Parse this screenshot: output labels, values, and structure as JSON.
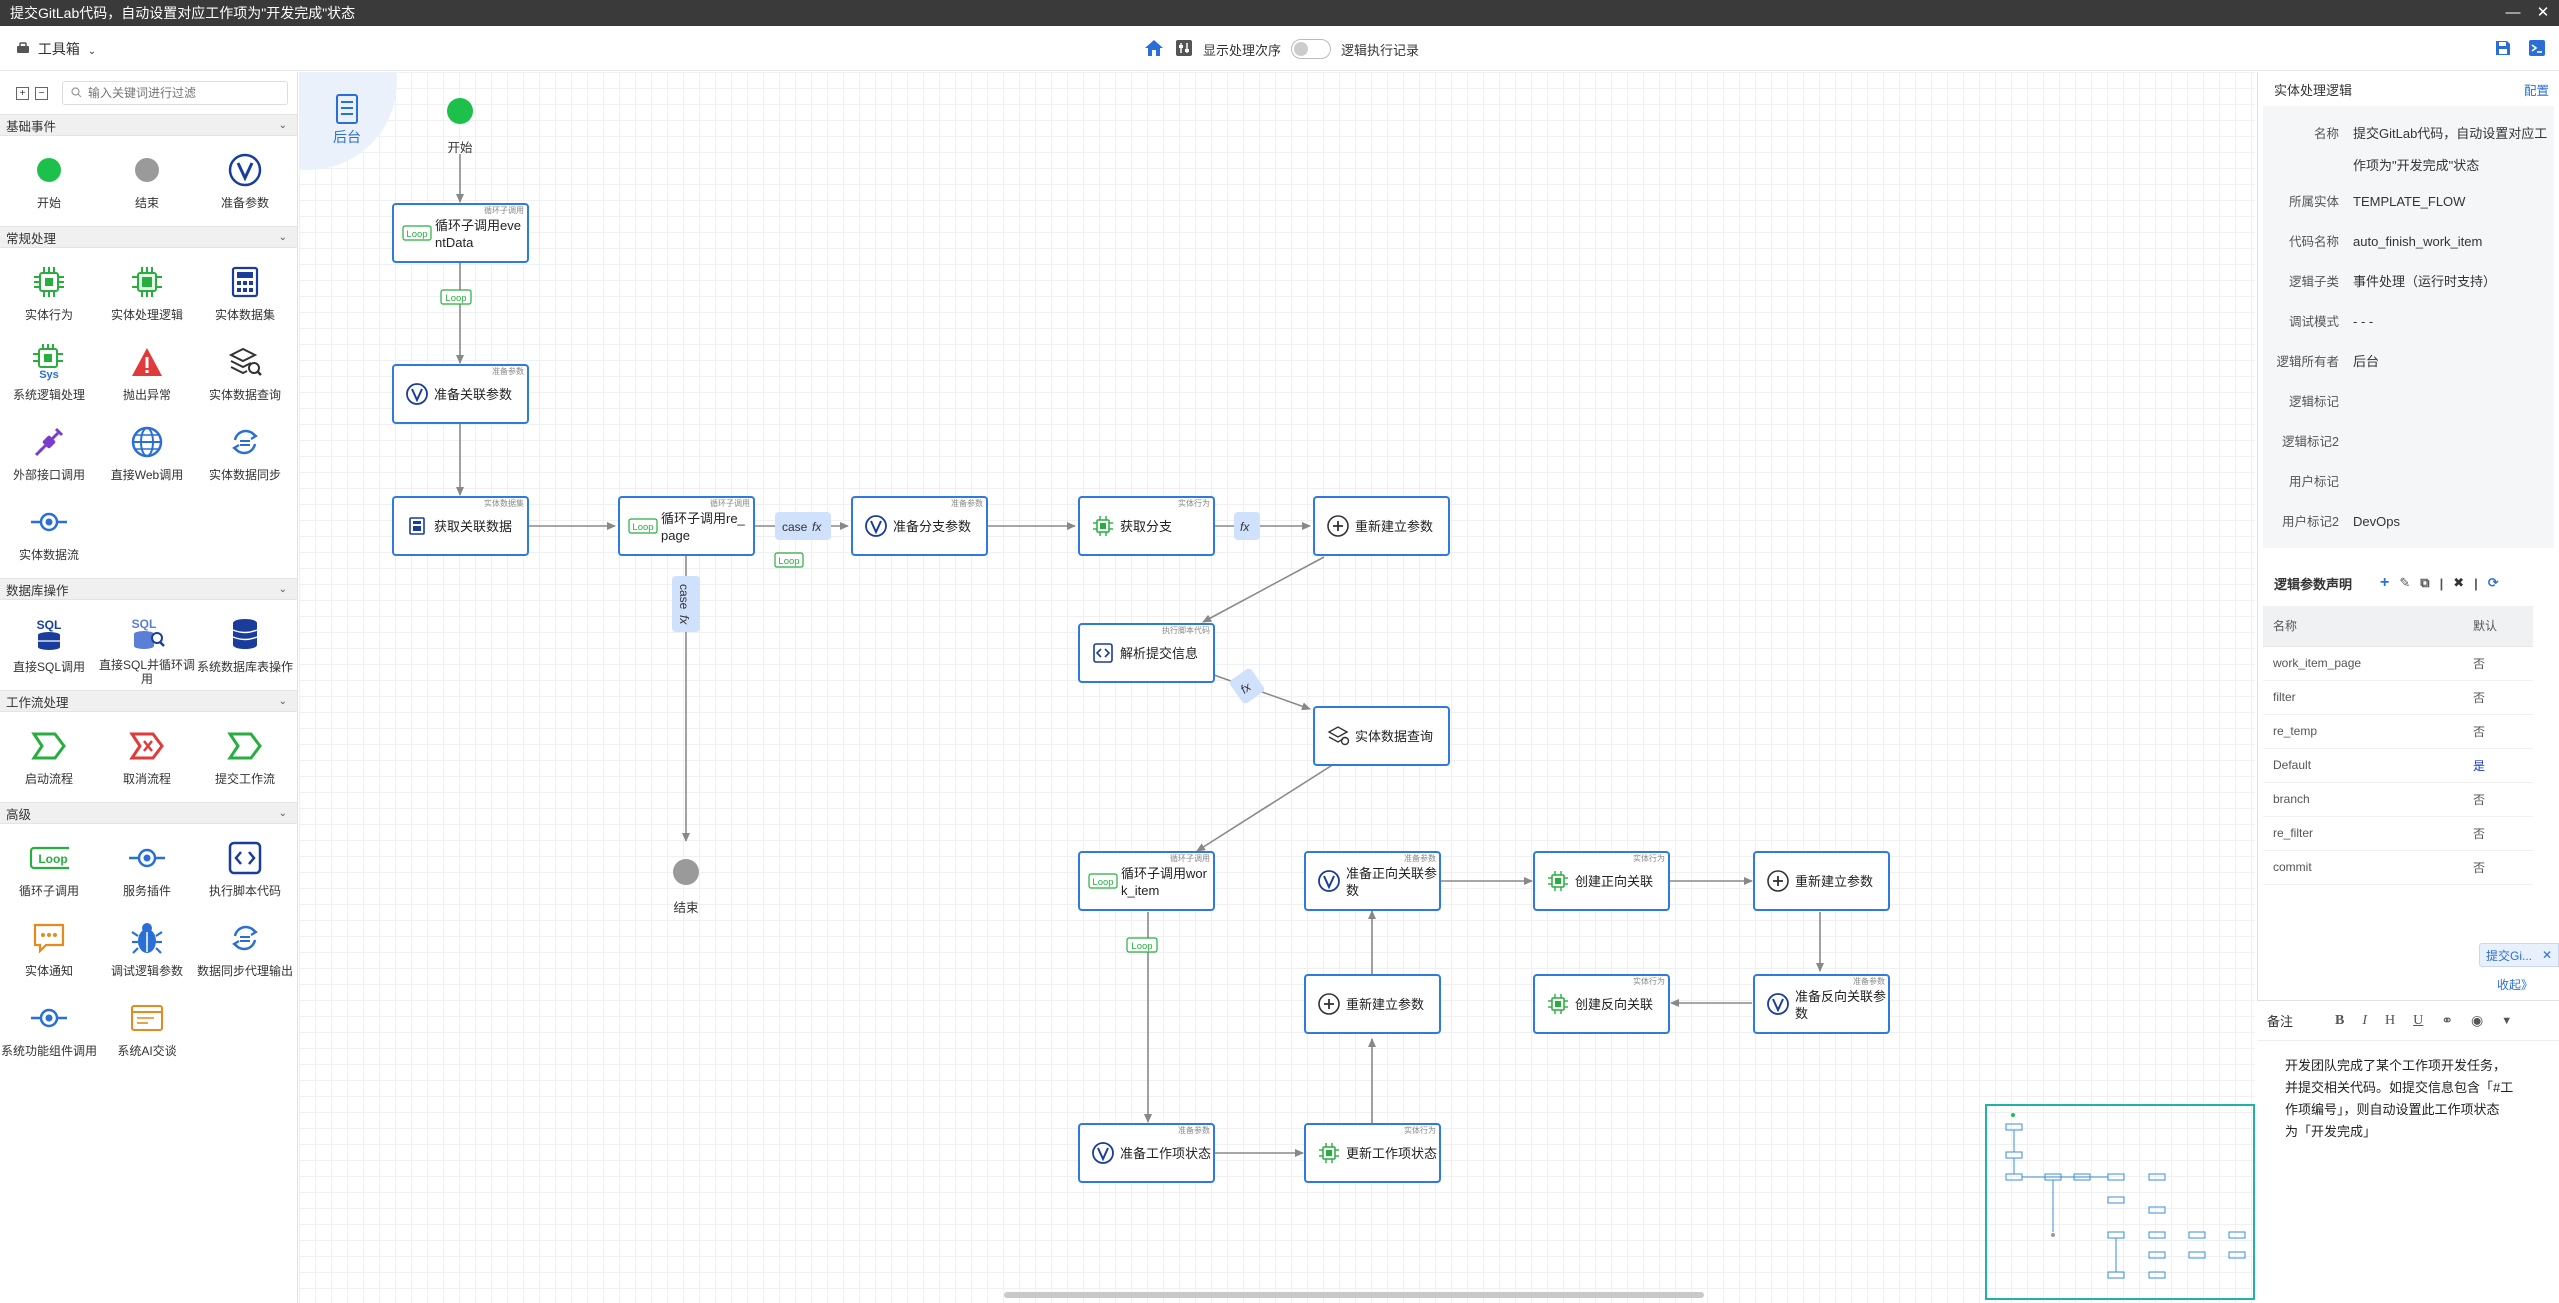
{
  "window": {
    "title": "提交GitLab代码，自动设置对应工作项为\"开发完成\"状态",
    "minimize": "—",
    "close": "✕"
  },
  "toolbar": {
    "toolbox_label": "工具箱",
    "show_order_label": "显示处理次序",
    "exec_log_label": "逻辑执行记录"
  },
  "sidebar": {
    "search_placeholder": "输入关键词进行过滤",
    "sections": [
      {
        "title": "基础事件",
        "items": [
          {
            "label": "开始",
            "icon": "start-circle-icon"
          },
          {
            "label": "结束",
            "icon": "end-circle-icon"
          },
          {
            "label": "准备参数",
            "icon": "prepare-param-icon"
          }
        ]
      },
      {
        "title": "常规处理",
        "items": [
          {
            "label": "实体行为",
            "icon": "chip-icon"
          },
          {
            "label": "实体处理逻辑",
            "icon": "chip-green-icon"
          },
          {
            "label": "实体数据集",
            "icon": "calculator-icon"
          },
          {
            "label": "系统逻辑处理",
            "icon": "sys-chip-icon"
          },
          {
            "label": "抛出异常",
            "icon": "warning-icon"
          },
          {
            "label": "实体数据查询",
            "icon": "layers-search-icon"
          },
          {
            "label": "外部接口调用",
            "icon": "plug-icon"
          },
          {
            "label": "直接Web调用",
            "icon": "globe-icon"
          },
          {
            "label": "实体数据同步",
            "icon": "sync-icon"
          },
          {
            "label": "实体数据流",
            "icon": "dataflow-icon"
          }
        ]
      },
      {
        "title": "数据库操作",
        "items": [
          {
            "label": "直接SQL调用",
            "icon": "sql-icon"
          },
          {
            "label": "直接SQL并循环调用",
            "icon": "sql-loop-icon"
          },
          {
            "label": "系统数据库表操作",
            "icon": "database-icon"
          }
        ]
      },
      {
        "title": "工作流处理",
        "items": [
          {
            "label": "启动流程",
            "icon": "flow-start-icon"
          },
          {
            "label": "取消流程",
            "icon": "flow-cancel-icon"
          },
          {
            "label": "提交工作流",
            "icon": "flow-submit-icon"
          }
        ]
      },
      {
        "title": "高级",
        "items": [
          {
            "label": "循环子调用",
            "icon": "loop-icon"
          },
          {
            "label": "服务插件",
            "icon": "service-plugin-icon"
          },
          {
            "label": "执行脚本代码",
            "icon": "code-icon"
          },
          {
            "label": "实体通知",
            "icon": "notify-icon"
          },
          {
            "label": "调试逻辑参数",
            "icon": "bug-icon"
          },
          {
            "label": "数据同步代理输出",
            "icon": "sync-proxy-icon"
          },
          {
            "label": "系统功能组件调用",
            "icon": "component-icon"
          },
          {
            "label": "系统AI交谈",
            "icon": "ai-chat-icon"
          }
        ]
      }
    ]
  },
  "canvas": {
    "backend_label": "后台",
    "start_label": "开始",
    "end_label": "结束",
    "nodes": [
      {
        "id": "n1",
        "tag": "循环子调用",
        "label": [
          "循环子调用eve",
          "ntData"
        ],
        "icon": "loop"
      },
      {
        "id": "n2",
        "tag": "准备参数",
        "label": [
          "准备关联参数"
        ],
        "icon": "v"
      },
      {
        "id": "n3",
        "tag": "实体数据集",
        "label": [
          "获取关联数据"
        ],
        "icon": "calc"
      },
      {
        "id": "n4",
        "tag": "循环子调用",
        "label": [
          "循环子调用re_",
          "page"
        ],
        "icon": "loop"
      },
      {
        "id": "n5",
        "tag": "准备参数",
        "label": [
          "准备分支参数"
        ],
        "icon": "v"
      },
      {
        "id": "n6",
        "tag": "实体行为",
        "label": [
          "获取分支"
        ],
        "icon": "chip"
      },
      {
        "id": "n7",
        "tag": "",
        "label": [
          "重新建立参数"
        ],
        "icon": "plus"
      },
      {
        "id": "n8",
        "tag": "执行脚本代码",
        "label": [
          "解析提交信息"
        ],
        "icon": "code"
      },
      {
        "id": "n9",
        "tag": "",
        "label": [
          "实体数据查询"
        ],
        "icon": "layers"
      },
      {
        "id": "n10",
        "tag": "循环子调用",
        "label": [
          "循环子调用wor",
          "k_item"
        ],
        "icon": "loop"
      },
      {
        "id": "n11",
        "tag": "准备参数",
        "label": [
          "准备正向关联参",
          "数"
        ],
        "icon": "v"
      },
      {
        "id": "n12",
        "tag": "实体行为",
        "label": [
          "创建正向关联"
        ],
        "icon": "chip"
      },
      {
        "id": "n13",
        "tag": "",
        "label": [
          "重新建立参数"
        ],
        "icon": "plus"
      },
      {
        "id": "n14",
        "tag": "",
        "label": [
          "重新建立参数"
        ],
        "icon": "plus"
      },
      {
        "id": "n15",
        "tag": "实体行为",
        "label": [
          "创建反向关联"
        ],
        "icon": "chip"
      },
      {
        "id": "n16",
        "tag": "准备参数",
        "label": [
          "准备反向关联参",
          "数"
        ],
        "icon": "v"
      },
      {
        "id": "n17",
        "tag": "准备参数",
        "label": [
          "准备工作项状态"
        ],
        "icon": "v"
      },
      {
        "id": "n18",
        "tag": "实体行为",
        "label": [
          "更新工作项状态"
        ],
        "icon": "chip"
      }
    ],
    "loop_badge": "Loop",
    "case_badge": "case",
    "fx_badge": "fx"
  },
  "rpanel": {
    "title": "实体处理逻辑",
    "config_link": "配置",
    "props": [
      {
        "key": "名称",
        "value": "提交GitLab代码，自动设置对应工作项为\"开发完成\"状态"
      },
      {
        "key": "所属实体",
        "value": "TEMPLATE_FLOW"
      },
      {
        "key": "代码名称",
        "value": "auto_finish_work_item"
      },
      {
        "key": "逻辑子类",
        "value": "事件处理（运行时支持）"
      },
      {
        "key": "调试模式",
        "value": "- - -"
      },
      {
        "key": "逻辑所有者",
        "value": "后台"
      },
      {
        "key": "逻辑标记",
        "value": ""
      },
      {
        "key": "逻辑标记2",
        "value": ""
      },
      {
        "key": "用户标记",
        "value": ""
      },
      {
        "key": "用户标记2",
        "value": "DevOps"
      }
    ],
    "params_title": "逻辑参数声明",
    "params_cols": [
      "名称",
      "默认"
    ],
    "params": [
      {
        "name": "work_item_page",
        "def": "否"
      },
      {
        "name": "filter",
        "def": "否"
      },
      {
        "name": "re_temp",
        "def": "否"
      },
      {
        "name": "Default",
        "def": "是"
      },
      {
        "name": "branch",
        "def": "否"
      },
      {
        "name": "re_filter",
        "def": "否"
      },
      {
        "name": "commit",
        "def": "否"
      }
    ],
    "floating_tab": "提交Gi...",
    "collapse": "收起》",
    "notes_title": "备注",
    "notes_text": [
      "开发团队完成了某个工作项开发任务，",
      "并提交相关代码。如提交信息包含「#工",
      "作项编号」，则自动设置此工作项状态",
      "为「开发完成」"
    ]
  },
  "colors": {
    "accent": "#2a6fd6",
    "node_border": "#2f7ae0",
    "loop_green": "#27ae3e",
    "start_green": "#1cc04a",
    "end_grey": "#9a9a9a"
  }
}
